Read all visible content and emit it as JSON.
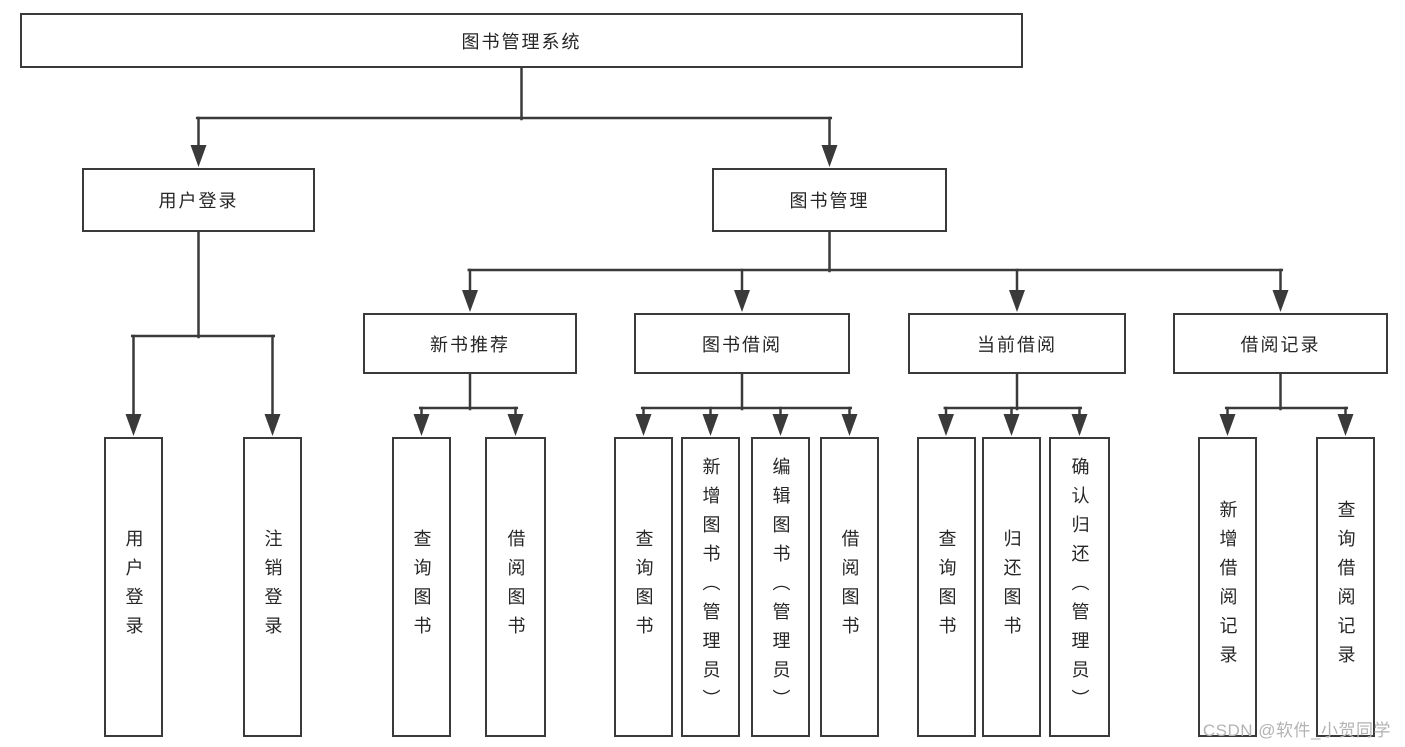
{
  "tree": {
    "root": "图书管理系统",
    "branches": [
      {
        "label": "用户登录",
        "leaves": [
          "用户登录",
          "注销登录"
        ]
      },
      {
        "label": "图书管理",
        "sections": [
          {
            "label": "新书推荐",
            "leaves": [
              "查询图书",
              "借阅图书"
            ]
          },
          {
            "label": "图书借阅",
            "leaves": [
              "查询图书",
              "新增图书（管理员）",
              "编辑图书（管理员）",
              "借阅图书"
            ]
          },
          {
            "label": "当前借阅",
            "leaves": [
              "查询图书",
              "归还图书",
              "确认归还（管理员）"
            ]
          },
          {
            "label": "借阅记录",
            "leaves": [
              "新增借阅记录",
              "查询借阅记录"
            ]
          }
        ]
      }
    ]
  },
  "watermark": {
    "text": "CSDN @软件_小贺同学"
  },
  "colors": {
    "line": "#3a3a3a",
    "border": "#3a3a3a",
    "text": "#262626",
    "watermark": "#b3b3b3",
    "background": "#ffffff"
  }
}
